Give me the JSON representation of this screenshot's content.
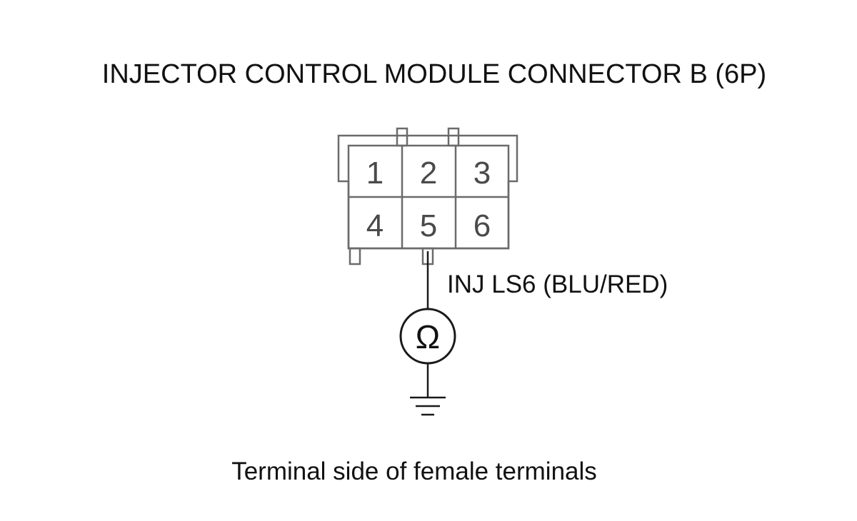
{
  "title": "INJECTOR CONTROL MODULE CONNECTOR B (6P)",
  "connector": {
    "pins": [
      "1",
      "2",
      "3",
      "4",
      "5",
      "6"
    ]
  },
  "wire_label": "INJ LS6 (BLU/RED)",
  "meter_symbol": "Ω",
  "footer": "Terminal side of female terminals",
  "icons": {
    "meter": "ohmmeter-icon",
    "ground": "ground-icon"
  }
}
